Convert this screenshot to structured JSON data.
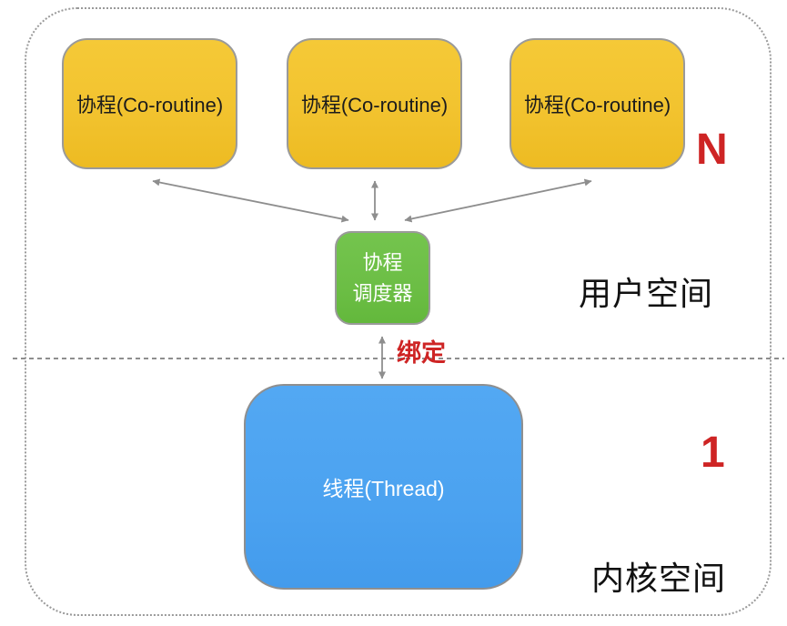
{
  "diagram": {
    "coroutines": [
      {
        "label": "协程(Co-routine)"
      },
      {
        "label": "协程(Co-routine)"
      },
      {
        "label": "协程(Co-routine)"
      }
    ],
    "coroutine_count_label": "N",
    "scheduler": {
      "line1": "协程",
      "line2": "调度器"
    },
    "binding_label": "绑定",
    "thread": {
      "label": "线程(Thread)",
      "count_label": "1"
    },
    "regions": {
      "user_space": "用户空间",
      "kernel_space": "内核空间"
    },
    "colors": {
      "coroutine-yellow": "#F2C32F",
      "scheduler-green": "#6CBE45",
      "thread-blue": "#4BA2F0",
      "accent-red": "#CE2424",
      "line-gray": "#8E8E8E",
      "border-gray": "#9A9A9A"
    }
  }
}
